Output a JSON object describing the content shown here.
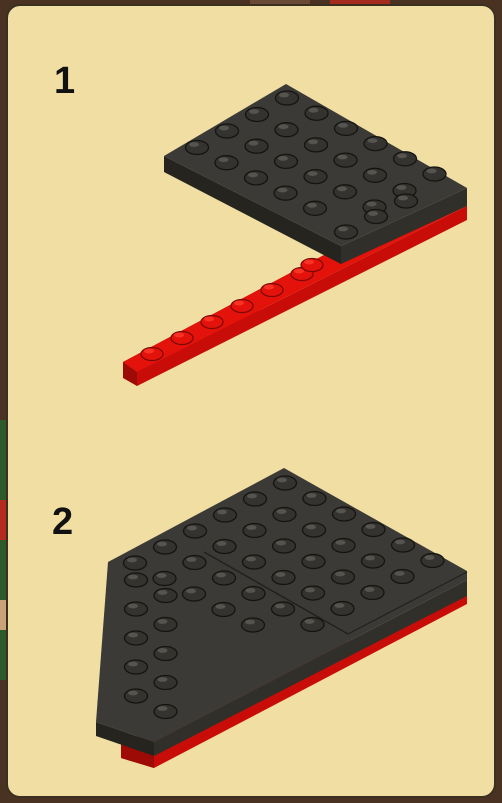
{
  "steps": [
    {
      "number": "1",
      "parts": [
        "dark-gray-wedge-plate",
        "red-1x8-plate"
      ]
    },
    {
      "number": "2",
      "parts": [
        "dark-gray-wedge-plate-pair",
        "red-plate-base"
      ]
    }
  ],
  "colors": {
    "panel": "#f0dea3",
    "panel_border": "#3b3020",
    "dark_gray_plate": "#3b3a36",
    "red_plate": "#e3120b",
    "step_number": "#111111"
  }
}
